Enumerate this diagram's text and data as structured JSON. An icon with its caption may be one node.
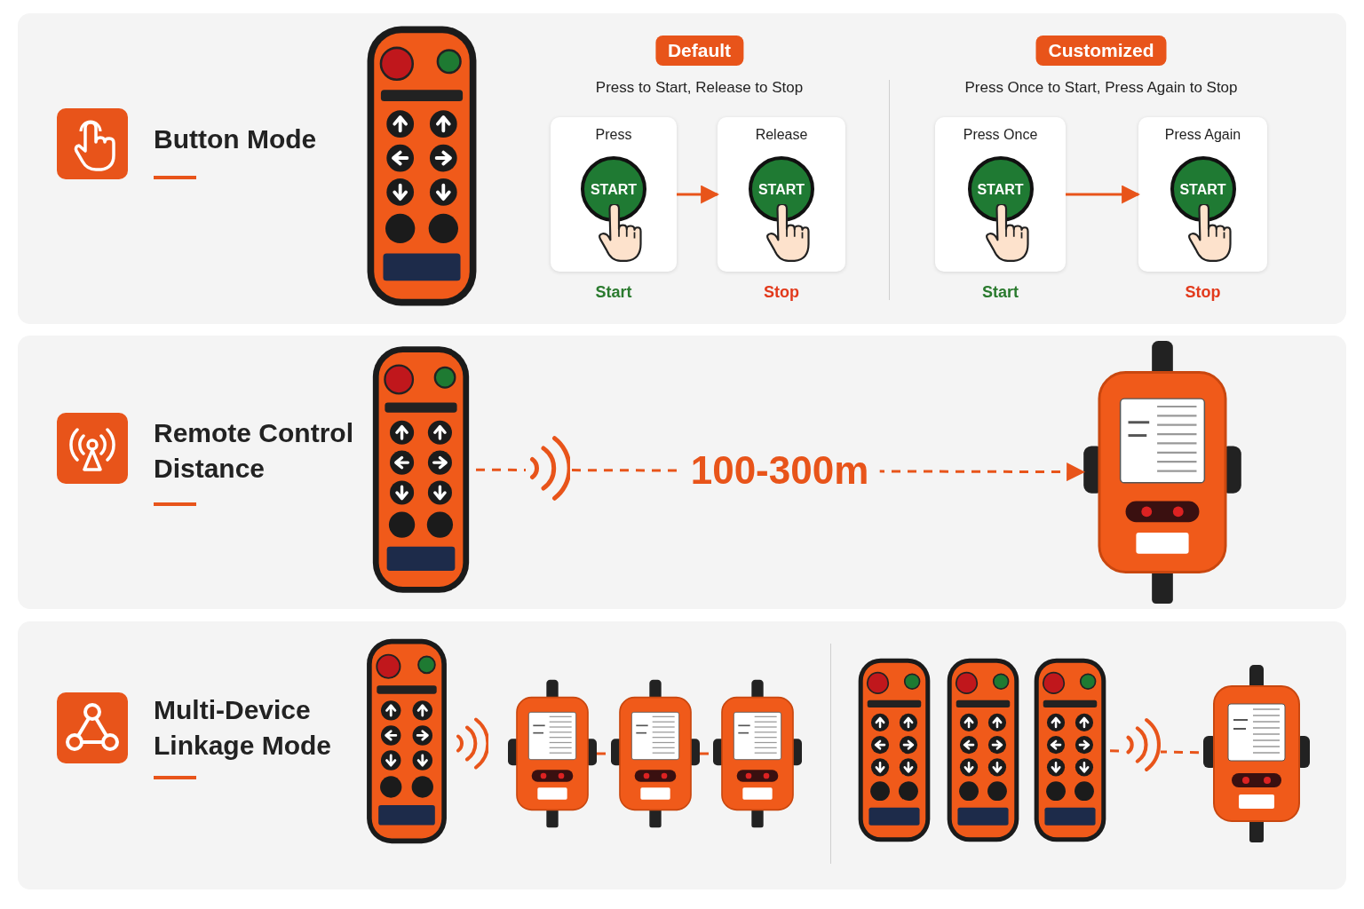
{
  "diagram": {
    "nodes": [
      {
        "text": [
          "Button Mode"
        ]
      },
      {
        "text": [],
        "shape": "picture",
        "in": 0
      },
      {
        "text": [
          "Default",
          "Press to Start, Release to Stop"
        ],
        "in": 0
      },
      {
        "text": [
          "Press",
          "START"
        ],
        "in": 0,
        "beside": [
          "Start"
        ]
      },
      {
        "text": [
          "Release",
          "START"
        ],
        "in": 0,
        "beside": [
          "Stop"
        ]
      },
      {
        "text": [
          "Customized",
          "Press Once to Start, Press Again to Stop"
        ],
        "in": 0
      },
      {
        "text": [
          "Press Once",
          "START"
        ],
        "in": 0,
        "beside": [
          "Start"
        ]
      },
      {
        "text": [
          "Press Again",
          "START"
        ],
        "in": 0,
        "beside": [
          "Stop"
        ]
      },
      {
        "text": [
          "Remote Control Distance"
        ]
      },
      {
        "text": [],
        "shape": "picture",
        "in": 8
      },
      {
        "text": [],
        "shape": "picture",
        "in": 8
      },
      {
        "text": [
          "Multi-Device Linkage Mode"
        ]
      },
      {
        "text": [],
        "shape": "picture",
        "in": 11
      },
      {
        "text": [],
        "shape": "picture",
        "in": 11
      },
      {
        "text": [],
        "shape": "picture",
        "in": 11
      },
      {
        "text": [],
        "shape": "picture",
        "in": 11
      },
      {
        "text": [],
        "shape": "picture",
        "in": 11
      },
      {
        "text": [],
        "shape": "picture",
        "in": 11
      },
      {
        "text": [],
        "shape": "picture",
        "in": 11
      },
      {
        "text": [],
        "shape": "picture",
        "in": 11
      }
    ],
    "edges": [
      {
        "from": 3,
        "to": 4,
        "arrow": "to"
      },
      {
        "from": 6,
        "to": 7,
        "arrow": "to"
      },
      {
        "from": 9,
        "to": 10,
        "arrow": "to",
        "label": "100-300m",
        "style": "dashed"
      },
      {
        "from": 13,
        "to": 14,
        "arrow": "none",
        "style": "dashed"
      },
      {
        "from": 14,
        "to": 15,
        "arrow": "none",
        "style": "dashed"
      },
      {
        "from": 18,
        "to": 19,
        "arrow": "none",
        "style": "dashed"
      }
    ]
  }
}
